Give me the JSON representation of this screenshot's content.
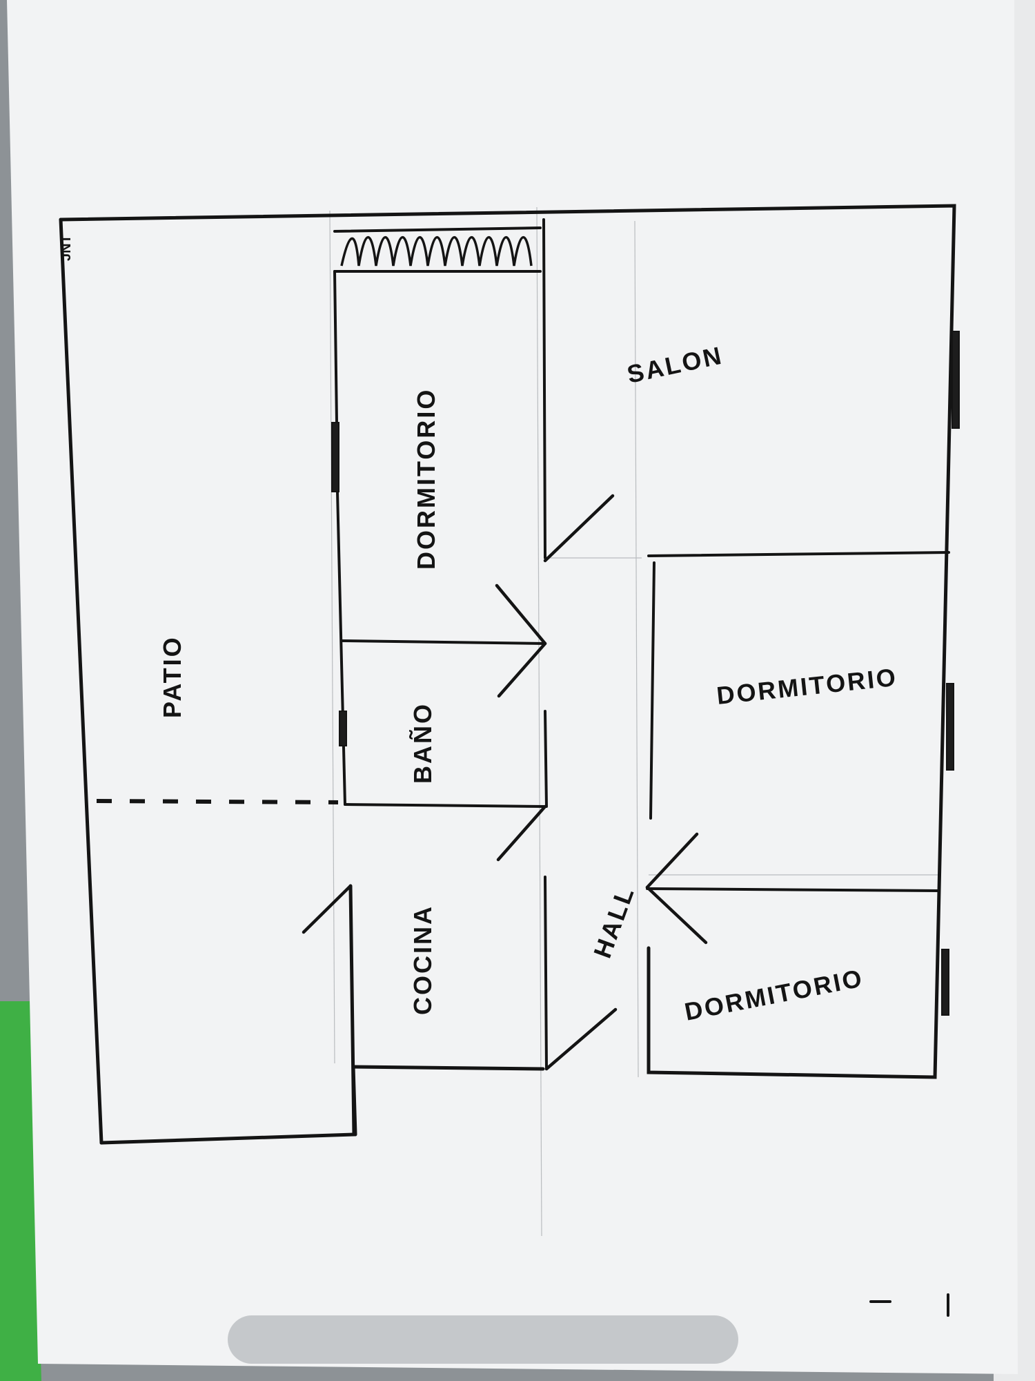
{
  "document": {
    "initials": "JNT"
  },
  "rooms": {
    "patio": "PATIO",
    "dormitorio_top": "DORMITORIO",
    "salon": "SALON",
    "bano": "BAÑO",
    "dormitorio_mid": "DORMITORIO",
    "cocina": "COCINA",
    "hall": "HALL",
    "dormitorio_bottom": "DORMITORIO"
  },
  "colors": {
    "ink": "#141414",
    "paper": "#f2f3f4",
    "background": "#8d9296",
    "binder": "#3fb045"
  }
}
